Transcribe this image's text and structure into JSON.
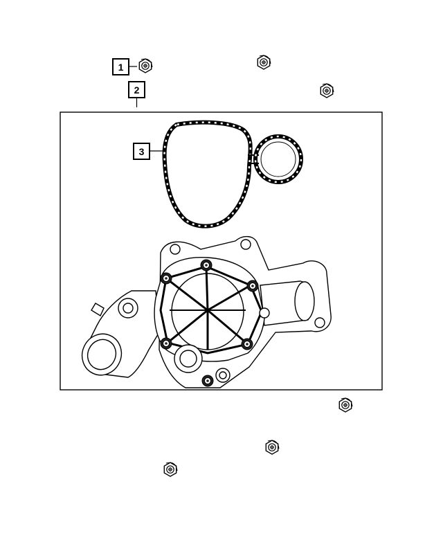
{
  "callouts": [
    {
      "id": "1",
      "label": "1"
    },
    {
      "id": "2",
      "label": "2"
    },
    {
      "id": "3",
      "label": "3"
    }
  ],
  "colors": {
    "line": "#000000",
    "background": "#ffffff"
  },
  "icons": {
    "fastener": "fastener-bolt-icon",
    "gasket": "gasket-icon",
    "housing": "thermostat-housing-icon"
  }
}
